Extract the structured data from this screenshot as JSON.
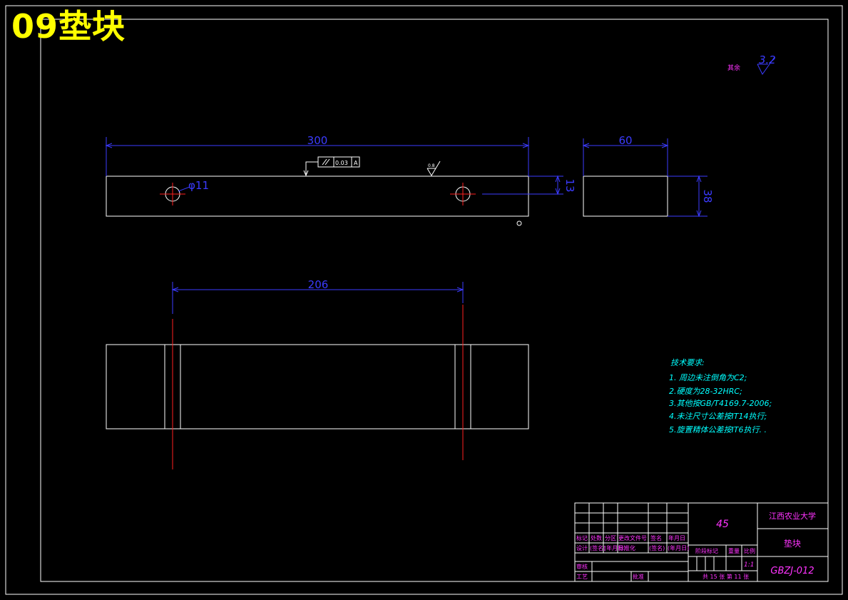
{
  "drawing_title": "09垫块",
  "dimensions": {
    "length": "300",
    "width": "60",
    "thickness": "13",
    "height": "38",
    "hole_spacing": "206",
    "hole_diameter": "φ11"
  },
  "tolerance": {
    "value": "0.03",
    "datum": "A"
  },
  "roughness": {
    "general_label": "其余",
    "general_value": "3.2",
    "surface_value": "0.8"
  },
  "tech_requirements": {
    "title": "技术要求:",
    "items": [
      "1. 周边未注倒角为C2;",
      "2.硬度为28-32HRC;",
      "3.其他按GB/T4169.7-2006;",
      "4.未注尺寸公差按IT14执行;",
      "5.旋置精体公差按IT6执行. ."
    ]
  },
  "title_block": {
    "material": "45",
    "school": "江西农业大学",
    "part_name": "垫块",
    "drawing_no": "GBZJ-012",
    "scale": "1:1",
    "sheets": "共 15 张 第 11 张",
    "row_mark": [
      "标记",
      "处数",
      "分区",
      "更改文件号",
      "签名",
      "年月日"
    ],
    "row_design": [
      "设计",
      "(签名)",
      "(年月日)",
      "标准化",
      "(签名)",
      "(年月日)"
    ],
    "stage_label": "阶段标记",
    "weight_label": "重量",
    "scale_label": "比例",
    "review_label": "审核",
    "process_label": "工艺",
    "approve_label": "批准"
  },
  "colors": {
    "outline": "#ffffff",
    "dimension": "#3b3bff",
    "centerline": "#ff2020",
    "title": "#ffff00",
    "notes": "#00ffff",
    "titleblock_text": "#ff33ff"
  }
}
